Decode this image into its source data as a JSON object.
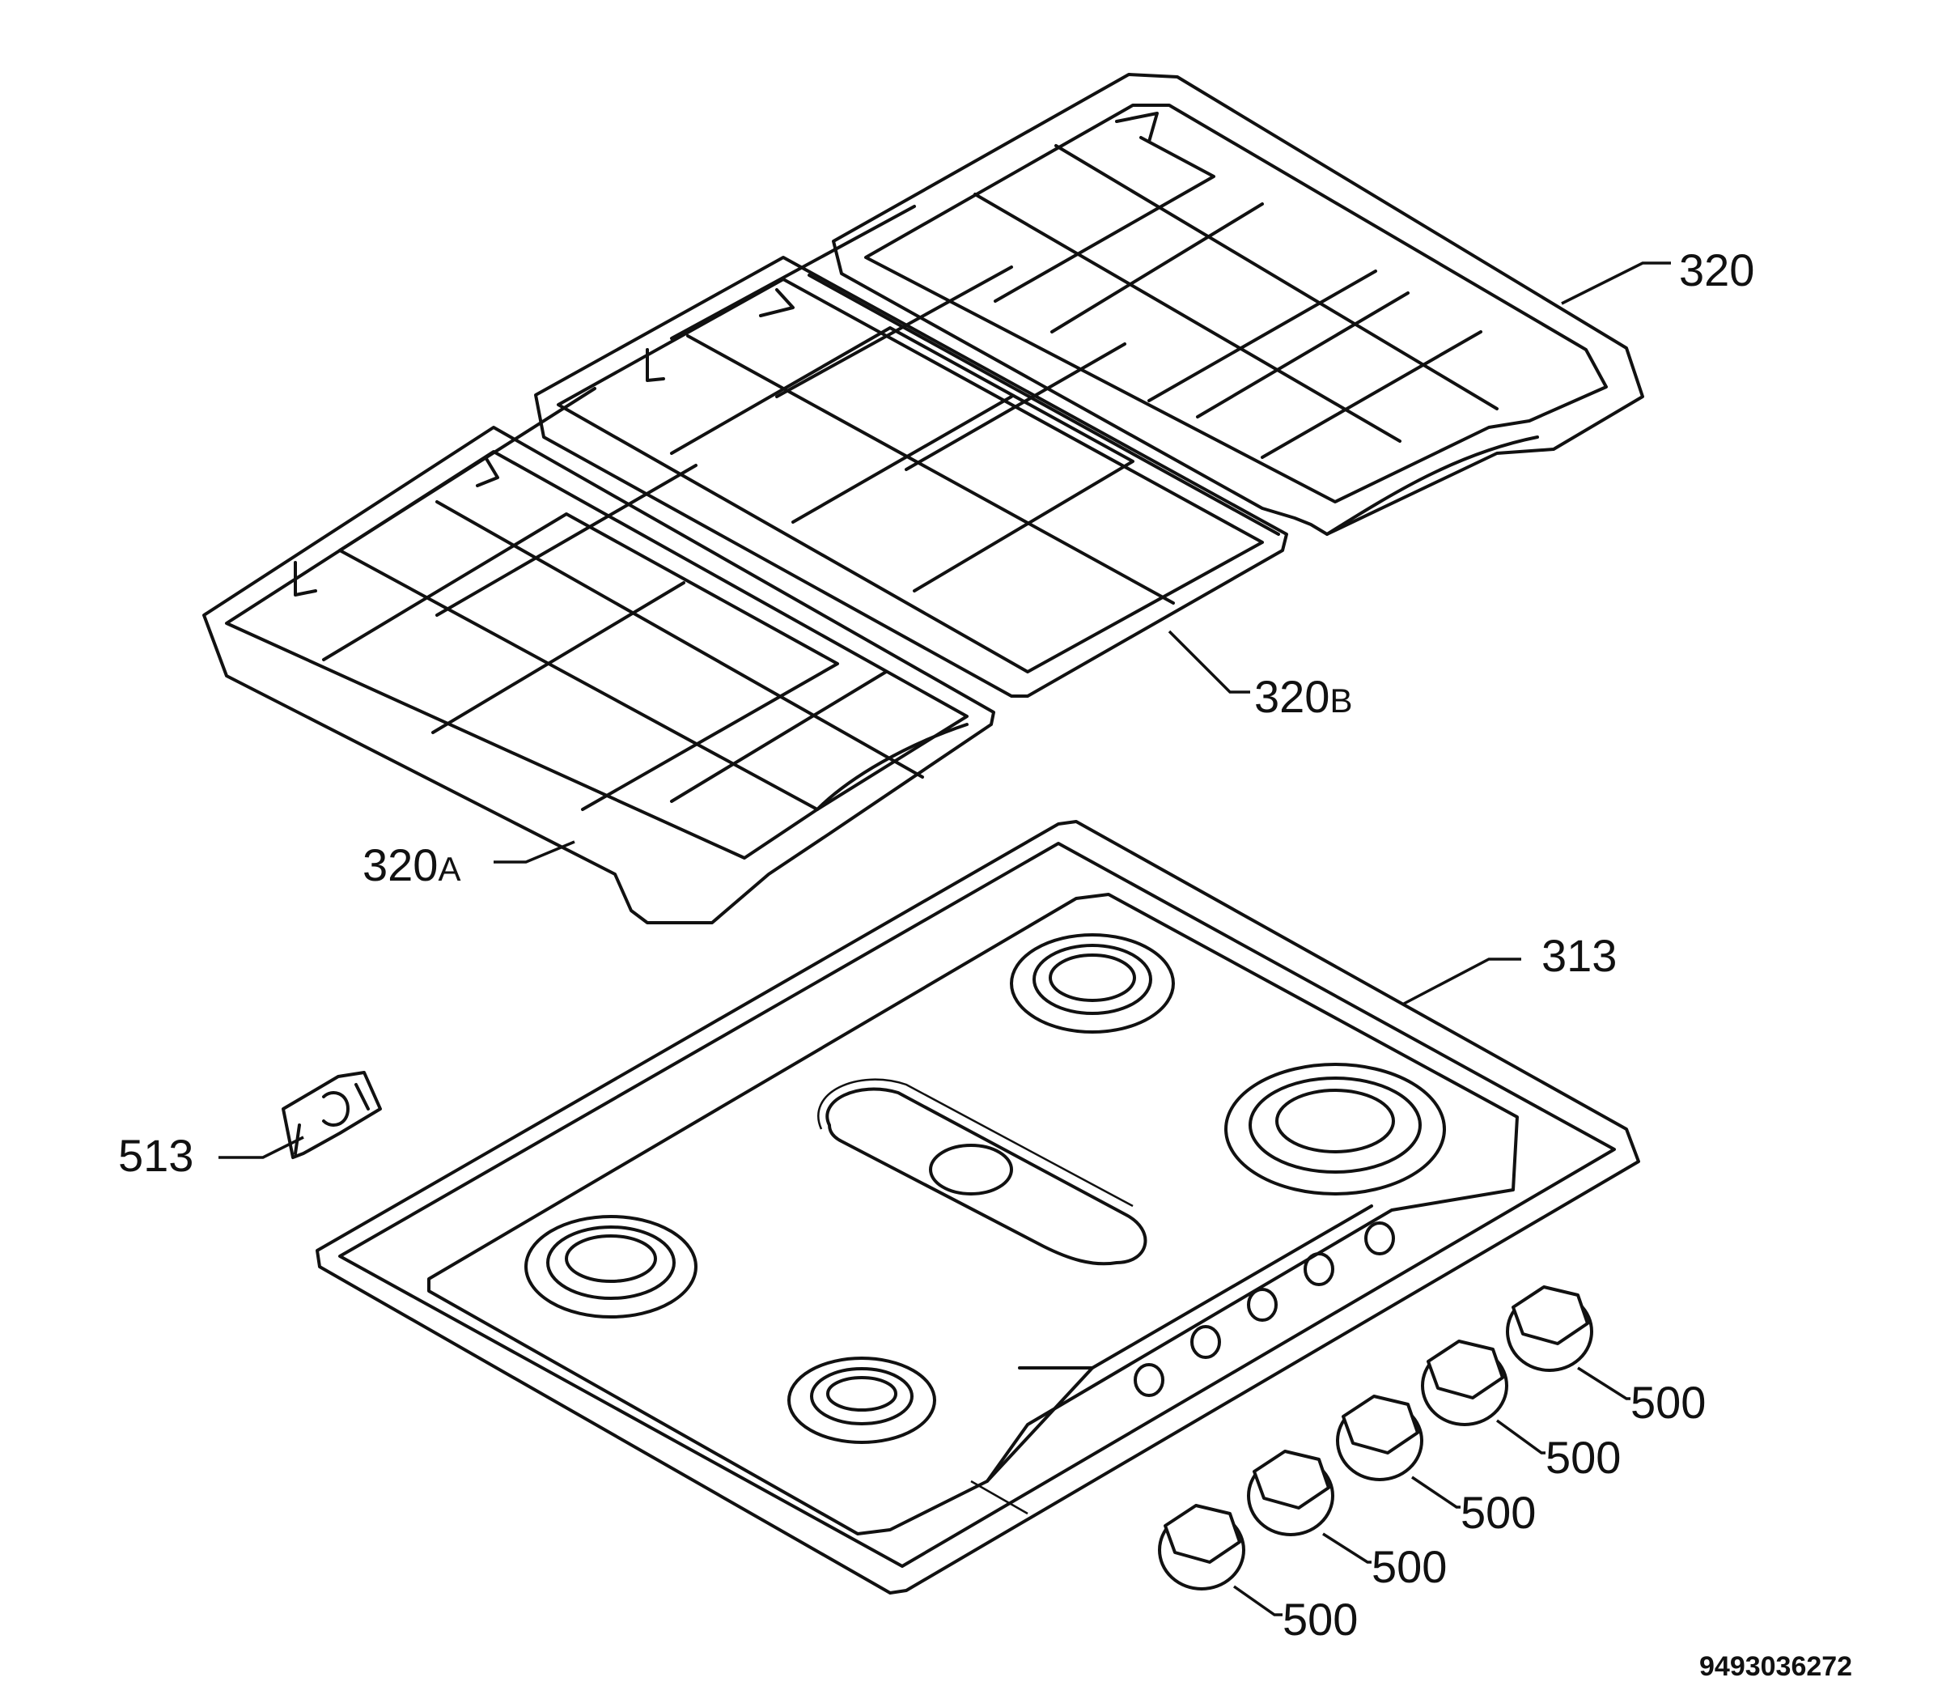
{
  "labels": {
    "grid_right": {
      "num": "320",
      "suffix": ""
    },
    "grid_middle": {
      "num": "320",
      "suffix": "B"
    },
    "grid_left": {
      "num": "320",
      "suffix": "A"
    },
    "hob_top": {
      "num": "313"
    },
    "clip": {
      "num": "513"
    },
    "knobs": [
      "500",
      "500",
      "500",
      "500",
      "500"
    ]
  },
  "drawing_number": "9493036272"
}
